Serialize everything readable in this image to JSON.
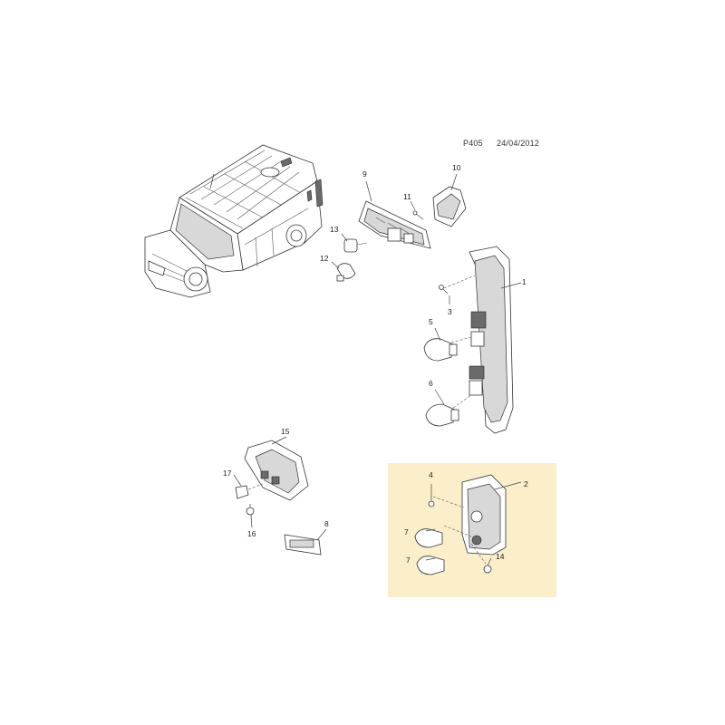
{
  "header": {
    "reference": "P405",
    "date": "24/04/2012"
  },
  "colors": {
    "inset_background": "#fbeecb",
    "line": "#333333",
    "highlight": "#222222"
  },
  "callouts": {
    "c1": "1",
    "c2": "2",
    "c3": "3",
    "c4": "4",
    "c5": "5",
    "c6": "6",
    "c7a": "7",
    "c7b": "7",
    "c8": "8",
    "c9": "9",
    "c10": "10",
    "c11": "11",
    "c12": "12",
    "c13": "13",
    "c14": "14",
    "c15": "15",
    "c16": "16",
    "c17": "17"
  }
}
